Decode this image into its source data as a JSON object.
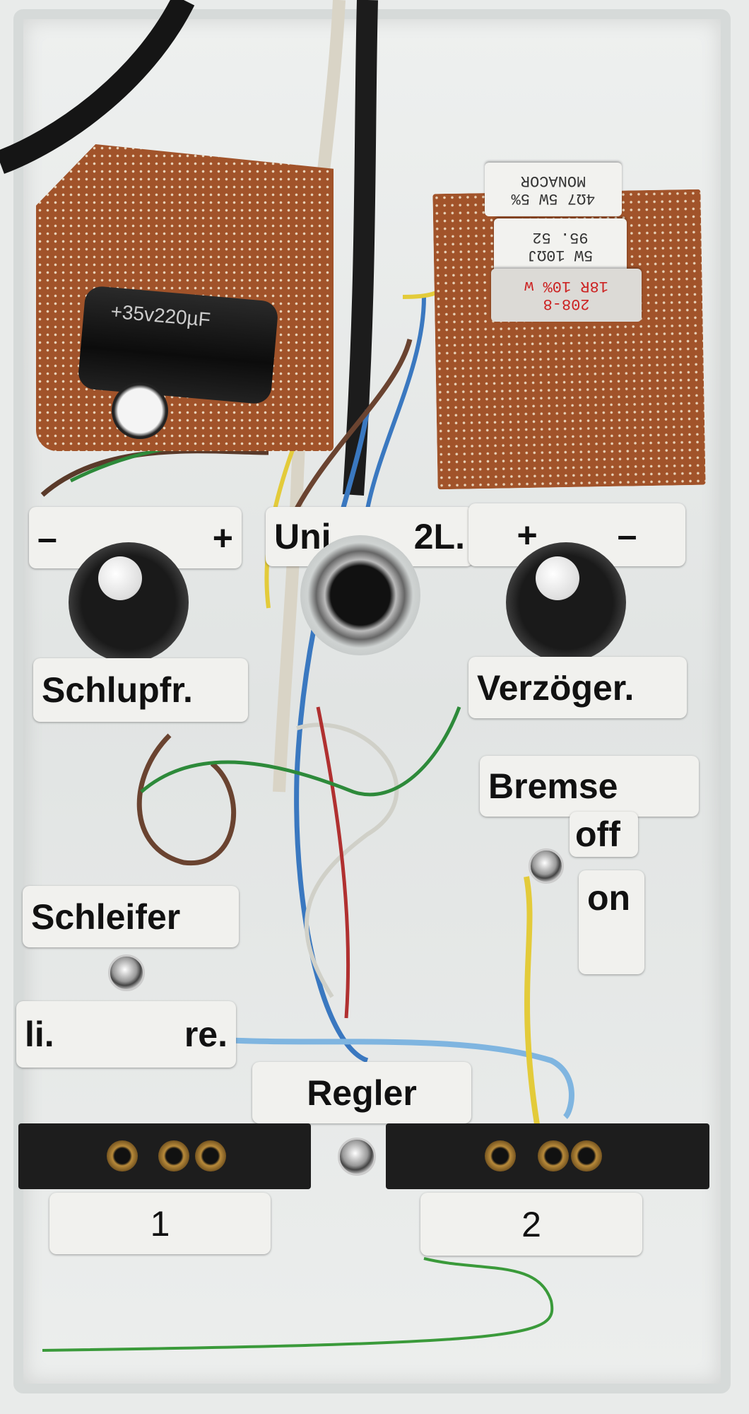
{
  "controls": {
    "top_left_scale": {
      "minus": "–",
      "plus": "+"
    },
    "mode_scale": {
      "left": "Uni",
      "right": "2L."
    },
    "top_right_scale": {
      "plus": "+",
      "minus": "–"
    },
    "schlupf_label": "Schlupfr.",
    "verzoeger_label": "Verzöger.",
    "bremse_label": "Bremse",
    "bremse_off": "off",
    "bremse_on": "on",
    "schleifer_label": "Schleifer",
    "schleifer_left": "li.",
    "schleifer_right": "re.",
    "regler_label": "Regler",
    "output_1": "1",
    "output_2": "2"
  },
  "components": {
    "capacitor": "+35v220µF",
    "resistor_1": [
      "MONACOR",
      "4Ω7 5W 5%"
    ],
    "resistor_2": [
      "5W 10ΩJ",
      "95. 52"
    ],
    "resistor_3": [
      "18R 10% w",
      "208-8"
    ]
  },
  "colors": {
    "pcb": "#a1532a",
    "label": "#f1f1ee",
    "frame": "#d6dad9"
  }
}
